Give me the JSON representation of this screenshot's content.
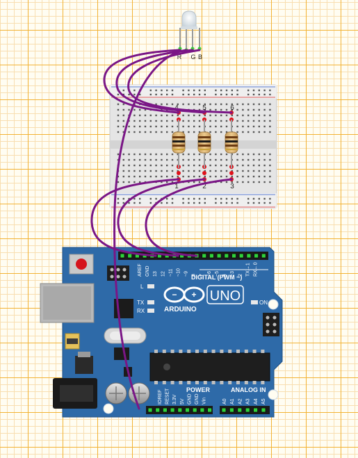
{
  "led": {
    "pins": [
      "R",
      "G",
      "B"
    ],
    "color_body": "#e8eef3"
  },
  "breadboard": {
    "resistor_columns": [
      "4",
      "5",
      "6"
    ],
    "led_columns": [
      "1",
      "2",
      "3"
    ],
    "marker_color": "#e0101a"
  },
  "arduino": {
    "brand": "ARDUINO",
    "model": "UNO",
    "digital_label": "DIGITAL (PWM ~)",
    "power_label": "POWER",
    "analog_label": "ANALOG IN",
    "on_label": "ON",
    "l_label": "L",
    "tx_label": "TX",
    "rx_label": "RX",
    "digital_pins": [
      "AREF",
      "GND",
      "13",
      "12",
      "~11",
      "~10",
      "~9",
      "8",
      "7",
      "~6",
      "~5",
      "4",
      "~3",
      "2",
      "TX→1",
      "RX←0"
    ],
    "power_pins": [
      "IOREF",
      "RESET",
      "3.3V",
      "5V",
      "GND",
      "GND",
      "Vin"
    ],
    "analog_pins": [
      "A0",
      "A1",
      "A2",
      "A3",
      "A4",
      "A5"
    ],
    "board_color": "#2e6aa8"
  },
  "wires": {
    "color": "#7a1686"
  }
}
